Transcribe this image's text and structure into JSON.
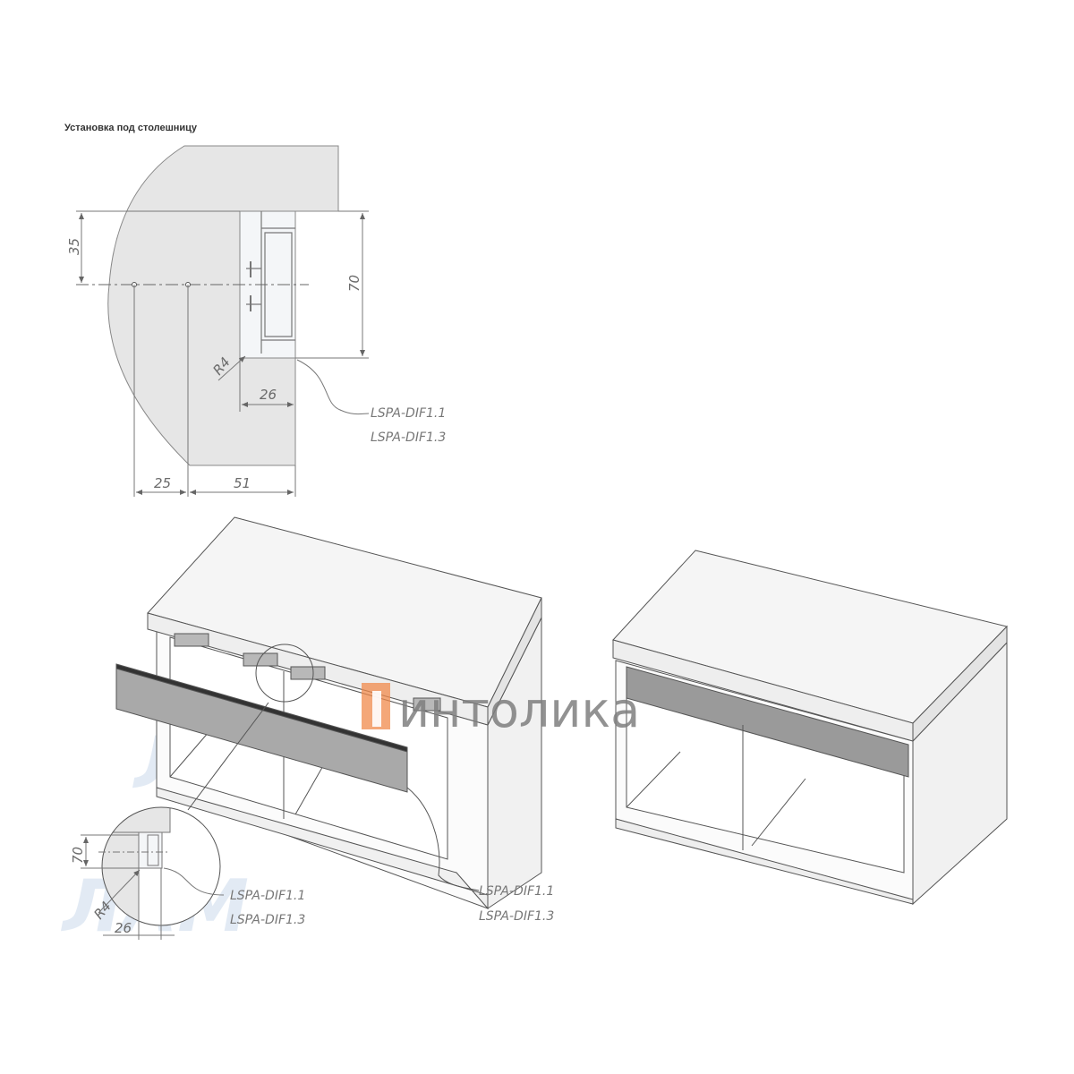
{
  "title": "Установка под столешницу",
  "section_detail": {
    "dimensions": {
      "d35": "35",
      "d70": "70",
      "d26": "26",
      "d25": "25",
      "d51": "51",
      "r4": "R4"
    },
    "part_labels": [
      "LSPA-DIF1.1",
      "LSPA-DIF1.3"
    ]
  },
  "cabinet_left": {
    "zoom_detail": {
      "d70": "70",
      "d26": "26",
      "r4": "R4",
      "part_labels": [
        "LSPA-DIF1.1",
        "LSPA-DIF1.3"
      ]
    },
    "part_labels": [
      "LSPA-DIF1.1",
      "LSPA-DIF1.3"
    ]
  },
  "watermark": {
    "brand": "интолика",
    "secondary": "ЛАМ"
  },
  "colors": {
    "panel": "#e6e6e6",
    "profile": "#a8a8a8",
    "line": "#555555",
    "accent": "#f08a4b",
    "watermark": "#dbe6f2"
  }
}
